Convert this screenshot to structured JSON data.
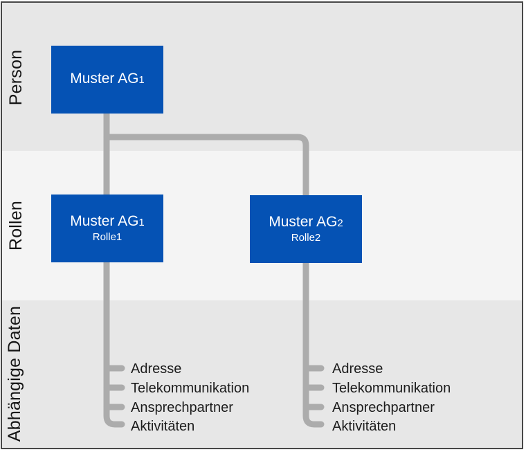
{
  "bands": [
    {
      "label": "Person"
    },
    {
      "label": "Rollen"
    },
    {
      "label": "Abhängige Daten"
    }
  ],
  "boxes": {
    "person": {
      "line1": "Muster AG",
      "subscript": "1"
    },
    "role1": {
      "line1": "Muster AG",
      "subscript": "1",
      "line2": "Rolle1"
    },
    "role2": {
      "line1": "Muster AG",
      "subscript": "2",
      "line2": "Rolle2"
    }
  },
  "dependent_items": [
    "Adresse",
    "Telekommunikation",
    "Ansprechpartner",
    "Aktivitäten"
  ],
  "colors": {
    "box_blue": "#0552b4",
    "connector_gray": "#acacac",
    "band_dark": "#e7e7e7",
    "band_light": "#f4f4f4",
    "border_gray": "#484848"
  }
}
